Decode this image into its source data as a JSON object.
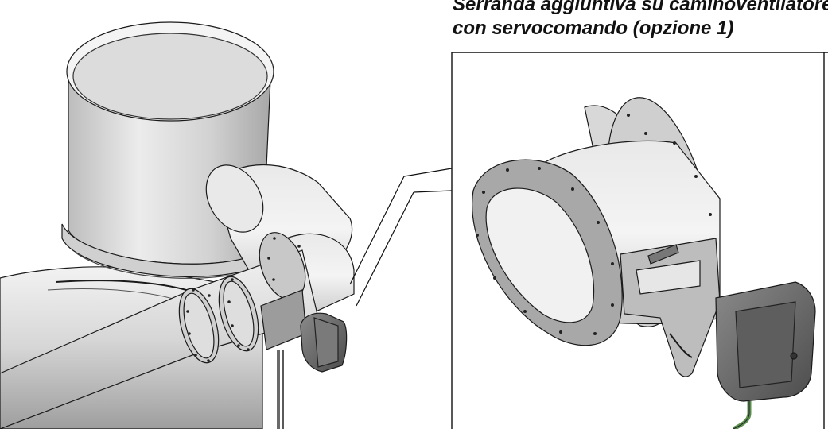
{
  "caption": {
    "line1": "Serranda aggiuntiva su caminoventilatore",
    "line2": "con servocomando (opzione 1)"
  },
  "colors": {
    "metal_light": "#e6e6e6",
    "metal_mid": "#cfcfcf",
    "metal_dark": "#9a9a9a",
    "outline": "#1a1a1a",
    "motor": "#6e6e6e",
    "cable_green": "#5a8f4a"
  },
  "icons": {
    "callout_leader": "callout-leader-lines",
    "detail_frame": "detail-view-frame"
  }
}
